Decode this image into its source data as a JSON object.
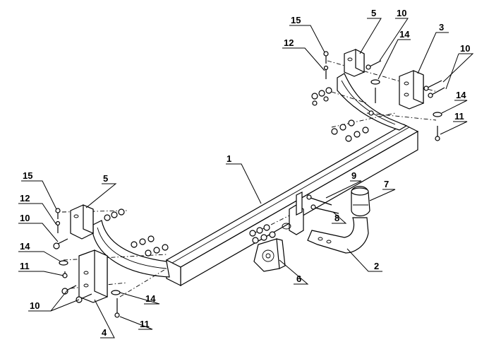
{
  "diagram": {
    "type": "exploded-parts-diagram",
    "colors": {
      "ink": "#000000",
      "paper": "#ffffff"
    },
    "callouts": [
      {
        "id": "c1",
        "label": "1"
      },
      {
        "id": "c2",
        "label": "2"
      },
      {
        "id": "c3",
        "label": "3"
      },
      {
        "id": "c4",
        "label": "4"
      },
      {
        "id": "c5a",
        "label": "5"
      },
      {
        "id": "c5b",
        "label": "5"
      },
      {
        "id": "c6",
        "label": "6"
      },
      {
        "id": "c7",
        "label": "7"
      },
      {
        "id": "c8",
        "label": "8"
      },
      {
        "id": "c9",
        "label": "9"
      },
      {
        "id": "c10a",
        "label": "10"
      },
      {
        "id": "c10b",
        "label": "10"
      },
      {
        "id": "c10c",
        "label": "10"
      },
      {
        "id": "c10d",
        "label": "10"
      },
      {
        "id": "c11a",
        "label": "11"
      },
      {
        "id": "c11b",
        "label": "11"
      },
      {
        "id": "c11c",
        "label": "11"
      },
      {
        "id": "c12a",
        "label": "12"
      },
      {
        "id": "c12b",
        "label": "12"
      },
      {
        "id": "c14a",
        "label": "14"
      },
      {
        "id": "c14b",
        "label": "14"
      },
      {
        "id": "c14c",
        "label": "14"
      },
      {
        "id": "c14d",
        "label": "14"
      },
      {
        "id": "c15a",
        "label": "15"
      },
      {
        "id": "c15b",
        "label": "15"
      }
    ]
  }
}
